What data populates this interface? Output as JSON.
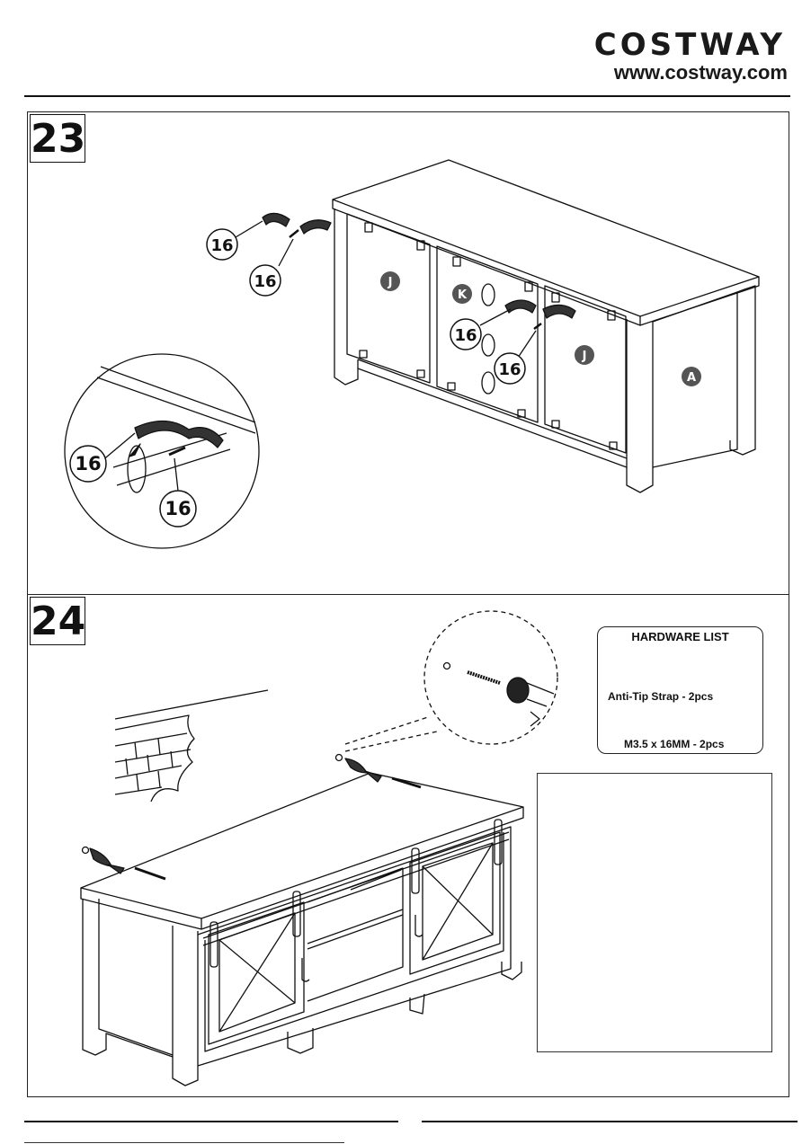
{
  "header": {
    "brand": "COSTWAY",
    "url": "www.costway.com"
  },
  "steps": [
    {
      "number": "23",
      "callouts": [
        "16",
        "16",
        "16",
        "16",
        "16",
        "16"
      ],
      "panel_labels": [
        "J",
        "K",
        "J",
        "A"
      ]
    },
    {
      "number": "24"
    }
  ],
  "hardware_list": {
    "title": "HARDWARE LIST",
    "items": [
      "Anti-Tip Strap - 2pcs",
      "M3.5 x 16MM - 2pcs"
    ]
  },
  "colors": {
    "ink": "#111111",
    "panel_label_fill": "#555555"
  }
}
